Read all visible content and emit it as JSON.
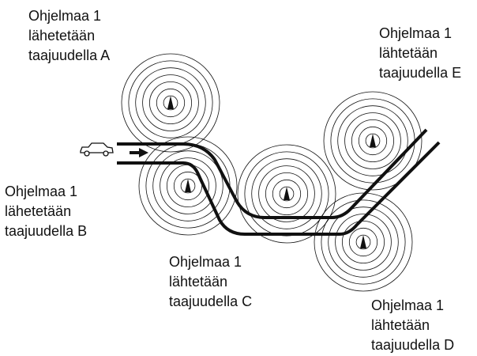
{
  "colors": {
    "ink": "#111111",
    "background": "#ffffff"
  },
  "icons": {
    "vehicle": "car-icon",
    "direction": "arrow-right-icon",
    "transmitter": "transmitter-tower-icon"
  },
  "stations": {
    "A": {
      "line1": "Ohjelmaa 1",
      "line2": "lähetetään",
      "line3": "taajuudella A"
    },
    "B": {
      "line1": "Ohjelmaa 1",
      "line2": "lähetetään",
      "line3": "taajuudella B"
    },
    "C": {
      "line1": "Ohjelmaa 1",
      "line2": "lähtetään",
      "line3": "taajuudella C"
    },
    "D": {
      "line1": "Ohjelmaa 1",
      "line2": "lähtetään",
      "line3": "taajuudella D"
    },
    "E": {
      "line1": "Ohjelmaa 1",
      "line2": "lähtetään",
      "line3": "taajuudella E"
    }
  }
}
